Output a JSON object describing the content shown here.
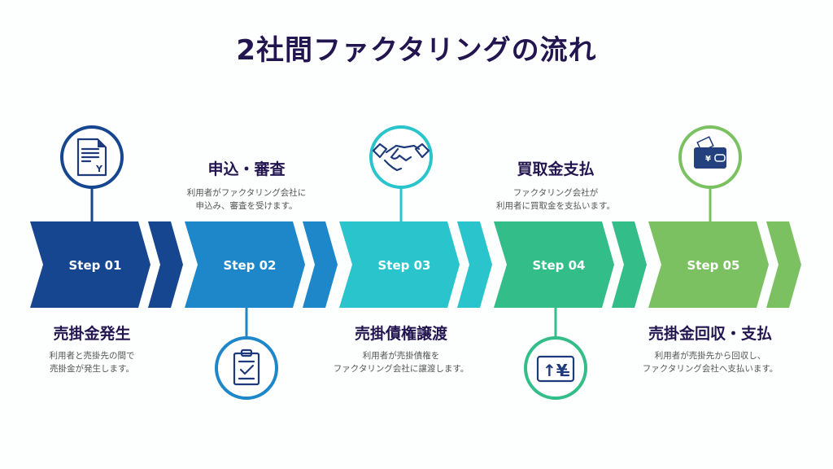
{
  "title": "2社間ファクタリングの流れ",
  "steps": [
    {
      "label": "Step 01",
      "title": "売掛金発生",
      "desc": [
        "利用者と売掛先の間で",
        "売掛金が発生します。"
      ],
      "color": "#16468f",
      "icon": "invoice-yen-icon",
      "position": "top"
    },
    {
      "label": "Step 02",
      "title": "申込・審査",
      "desc": [
        "利用者がファクタリング会社に",
        "申込み、審査を受けます。"
      ],
      "color": "#1e87c9",
      "icon": "clipboard-check-icon",
      "position": "bottom"
    },
    {
      "label": "Step 03",
      "title": "売掛債権譲渡",
      "desc": [
        "利用者が売掛債権を",
        "ファクタリング会社に譲渡します。"
      ],
      "color": "#2ac4cc",
      "icon": "handshake-icon",
      "position": "top"
    },
    {
      "label": "Step 04",
      "title": "買取金支払",
      "desc": [
        "ファクタリング会社が",
        "利用者に買取金を支払います。"
      ],
      "color": "#33bd88",
      "icon": "currency-exchange-icon",
      "position": "bottom"
    },
    {
      "label": "Step 05",
      "title": "売掛金回収・支払",
      "desc": [
        "利用者が売掛先から回収し、",
        "ファクタリング会社へ支払います。"
      ],
      "color": "#7bc162",
      "icon": "wallet-icon",
      "position": "top"
    }
  ]
}
